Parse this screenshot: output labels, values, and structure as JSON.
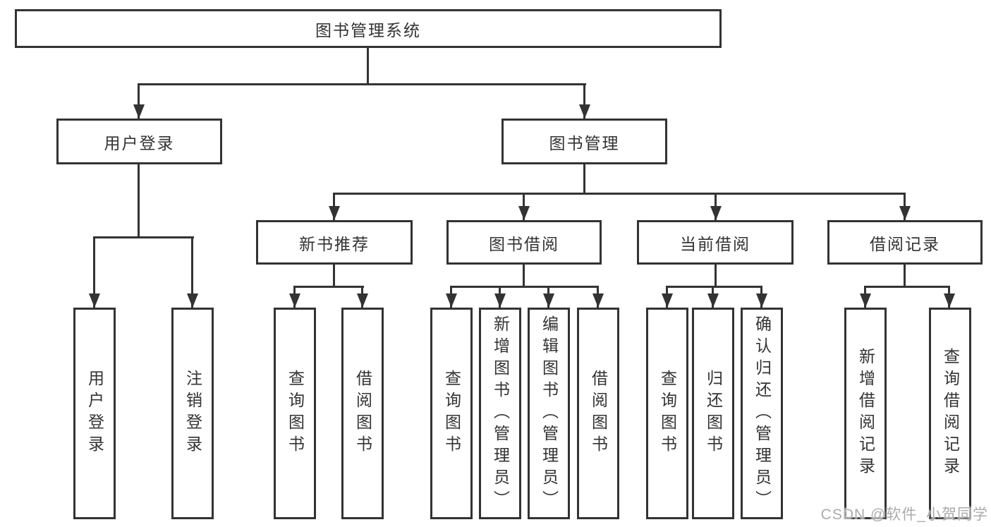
{
  "diagram": {
    "root": {
      "label": "图书管理系统"
    },
    "branches": [
      {
        "label": "用户登录",
        "children": [
          {
            "label": "用户登录"
          },
          {
            "label": "注销登录"
          }
        ]
      },
      {
        "label": "图书管理",
        "groups": [
          {
            "label": "新书推荐",
            "children": [
              {
                "label": "查询图书"
              },
              {
                "label": "借阅图书"
              }
            ]
          },
          {
            "label": "图书借阅",
            "children": [
              {
                "label": "查询图书"
              },
              {
                "label": "新增图书（管理员）"
              },
              {
                "label": "编辑图书（管理员）"
              },
              {
                "label": "借阅图书"
              }
            ]
          },
          {
            "label": "当前借阅",
            "children": [
              {
                "label": "查询图书"
              },
              {
                "label": "归还图书"
              },
              {
                "label": "确认归还（管理员）"
              }
            ]
          },
          {
            "label": "借阅记录",
            "children": [
              {
                "label": "新增借阅记录"
              },
              {
                "label": "查询借阅记录"
              }
            ]
          }
        ]
      }
    ]
  },
  "watermark": {
    "text": "CSDN @软件_小贺同学"
  },
  "colors": {
    "line": "#333333",
    "box_border": "#333333",
    "box_background": "#ffffff",
    "text": "#333333",
    "watermark_text": "#ababab"
  }
}
